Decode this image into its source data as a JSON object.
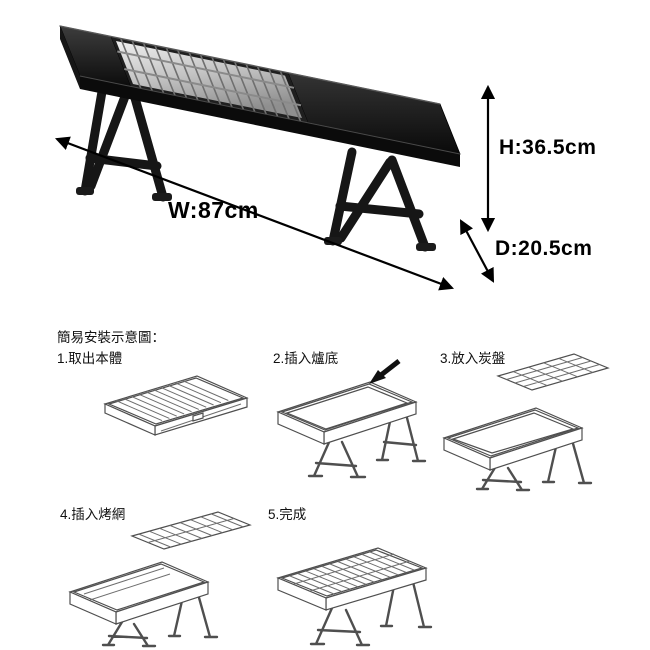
{
  "product": {
    "dimensions": {
      "width": "W:87cm",
      "height": "H:36.5cm",
      "depth": "D:20.5cm"
    }
  },
  "instructions": {
    "header": "簡易安裝示意圖：",
    "steps": [
      {
        "label": "1.取出本體"
      },
      {
        "label": "2.插入爐底"
      },
      {
        "label": "3.放入炭盤"
      },
      {
        "label": "4.插入烤網"
      },
      {
        "label": "5.完成"
      }
    ]
  }
}
